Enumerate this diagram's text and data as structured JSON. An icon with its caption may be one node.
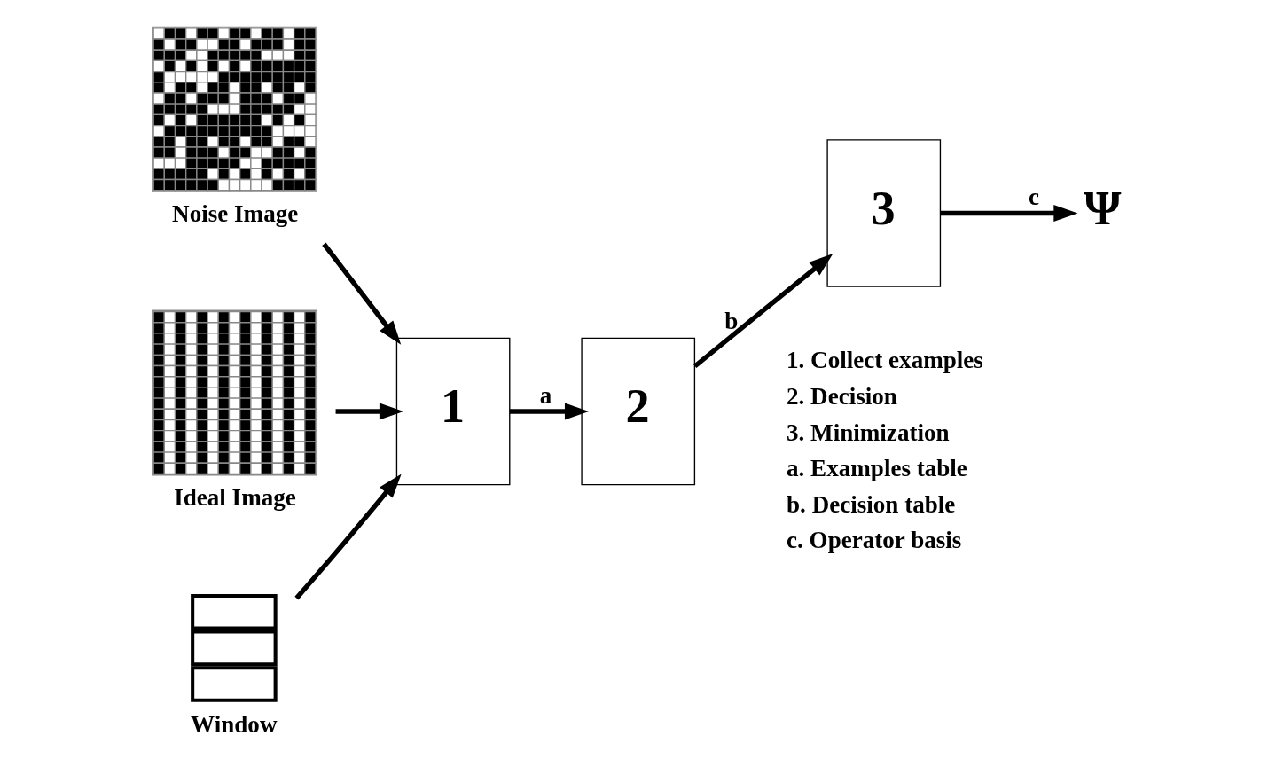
{
  "diagram": {
    "nodes": [
      {
        "text": [],
        "shape": "picture",
        "beside": [
          "Noise Image"
        ]
      },
      {
        "text": [
          "1"
        ]
      },
      {
        "text": [
          "2"
        ]
      },
      {
        "text": [
          "3"
        ]
      },
      {
        "text": [
          "Ψ"
        ]
      },
      {
        "text": [],
        "shape": "picture",
        "beside": [
          "Ideal Image"
        ]
      },
      {
        "text": [],
        "shape": "box",
        "beside": [
          "Window"
        ]
      }
    ],
    "edges": [
      {
        "from": 0,
        "to": 1,
        "arrow": "to"
      },
      {
        "from": 5,
        "to": 1,
        "arrow": "to"
      },
      {
        "from": 6,
        "to": 1,
        "arrow": "to"
      },
      {
        "from": 1,
        "to": 2,
        "arrow": "to",
        "label": "a"
      },
      {
        "from": 2,
        "to": 3,
        "arrow": "to",
        "label": "b"
      },
      {
        "from": 3,
        "to": 4,
        "arrow": "to",
        "label": "c"
      }
    ],
    "labels": [
      "1. Collect examples",
      "2. Decision",
      "3. Minimization",
      "a. Examples table",
      "b. Decision table",
      "c. Operator basis"
    ]
  }
}
